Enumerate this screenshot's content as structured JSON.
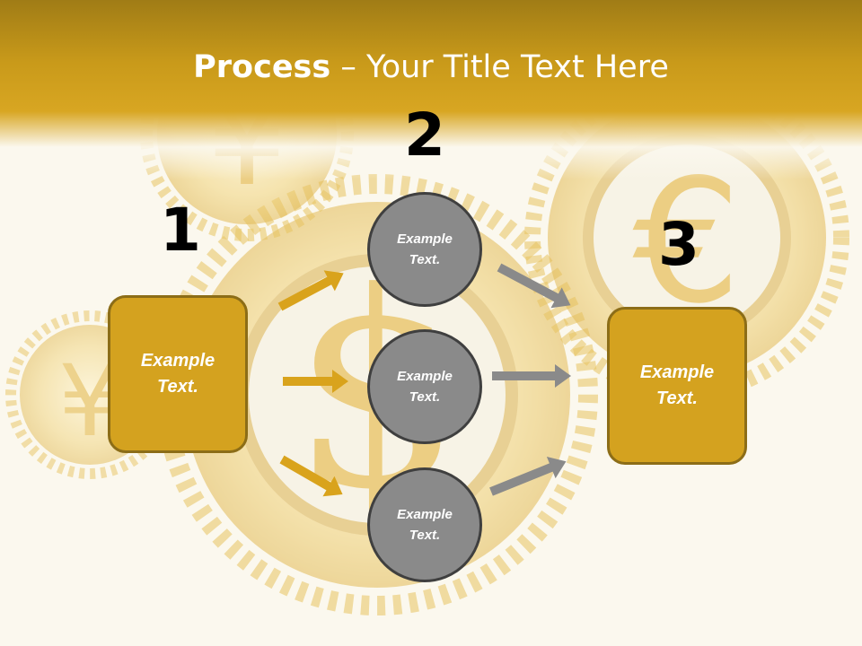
{
  "title": {
    "bold": "Process",
    "rest": " – Your Title Text Here"
  },
  "steps": {
    "one": "1",
    "two": "2",
    "three": "3"
  },
  "left_box": {
    "text": "Example\nText."
  },
  "right_box": {
    "text": "Example\nText."
  },
  "circles": [
    {
      "text": "Example\nText."
    },
    {
      "text": "Example\nText."
    },
    {
      "text": "Example\nText."
    }
  ],
  "colors": {
    "gold": "#d4a21f",
    "gold_border": "#8c6d17",
    "gray": "#8a8a8a",
    "gray_border": "#3f3f3f",
    "arrow_gold": "#d9a31c",
    "arrow_gray": "#8a8a8a"
  },
  "background": {
    "description_icons": [
      "yen-gear-icon",
      "dollar-gear-icon",
      "euro-gear-icon",
      "gear-icon"
    ]
  }
}
